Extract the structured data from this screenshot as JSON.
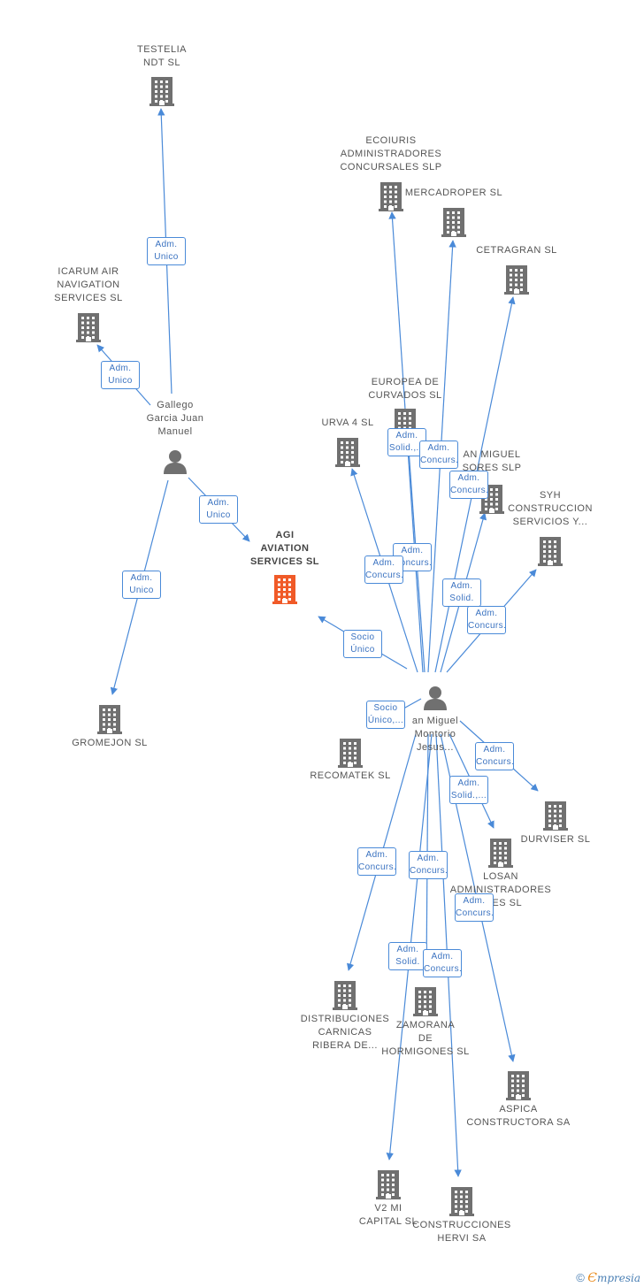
{
  "colors": {
    "edge": "#4a8ad8",
    "building": "#707070",
    "focus": "#f05a28",
    "person": "#707070"
  },
  "nodes": {
    "testelia": {
      "label": [
        "TESTELIA",
        "NDT SL"
      ],
      "icon": "building-icon"
    },
    "icarum": {
      "label": [
        "ICARUM AIR",
        "NAVIGATION",
        "SERVICES SL"
      ],
      "icon": "building-icon"
    },
    "gallego": {
      "label": [
        "Gallego",
        "Garcia Juan",
        "Manuel"
      ],
      "icon": "person-icon"
    },
    "agi": {
      "label": [
        "AGI",
        "AVIATION",
        "SERVICES SL"
      ],
      "icon": "building-icon"
    },
    "gromejon": {
      "label": [
        "GROMEJON SL"
      ],
      "icon": "building-icon"
    },
    "ecoiuris": {
      "label": [
        "ECOIURIS",
        "ADMINISTRADORES",
        "CONCURSALES SLP"
      ],
      "icon": "building-icon"
    },
    "mercadroper": {
      "label": [
        "MERCADROPER SL"
      ],
      "icon": "building-icon"
    },
    "cetragran": {
      "label": [
        "CETRAGRAN SL"
      ],
      "icon": "building-icon"
    },
    "europea": {
      "label": [
        "EUROPEA DE",
        "CURVADOS SL"
      ],
      "icon": "building-icon"
    },
    "urva": {
      "label": [
        "URVA 4 SL"
      ],
      "icon": "building-icon"
    },
    "sanmiguel_slp": {
      "label": [
        "AN MIGUEL",
        "SORES SLP"
      ],
      "icon": "building-icon"
    },
    "syh": {
      "label": [
        "SYH",
        "CONSTRUCCION",
        "SERVICIOS Y..."
      ],
      "icon": "building-icon"
    },
    "montorio": {
      "label": [
        "an Miguel",
        "Montorio",
        "Jesus..."
      ],
      "icon": "person-icon"
    },
    "recomatek": {
      "label": [
        "RECOMATEK SL"
      ],
      "icon": "building-icon"
    },
    "durviser": {
      "label": [
        "DURVISER SL"
      ],
      "icon": "building-icon"
    },
    "losan": {
      "label": [
        "LOSAN",
        "ADMINISTRADORES",
        "ALES SL"
      ],
      "icon": "building-icon"
    },
    "distribuciones": {
      "label": [
        "DISTRIBUCIONES",
        "CARNICAS",
        "RIBERA DE..."
      ],
      "icon": "building-icon"
    },
    "zamorana": {
      "label": [
        "ZAMORANA",
        "DE",
        "HORMIGONES SL"
      ],
      "icon": "building-icon"
    },
    "aspica": {
      "label": [
        "ASPICA",
        "CONSTRUCTORA SA"
      ],
      "icon": "building-icon"
    },
    "v2mi": {
      "label": [
        "V2 MI",
        "CAPITAL SL"
      ],
      "icon": "building-icon"
    },
    "hervi": {
      "label": [
        "CONSTRUCCIONES",
        "HERVI SA"
      ],
      "icon": "building-icon"
    }
  },
  "edge_labels": {
    "gallego_testelia": [
      "Adm.",
      "Unico"
    ],
    "gallego_icarum": [
      "Adm.",
      "Unico"
    ],
    "gallego_agi": [
      "Adm.",
      "Unico"
    ],
    "gallego_gromejon": [
      "Adm.",
      "Unico"
    ],
    "montorio_agi": [
      "Socio",
      "Único"
    ],
    "montorio_europea": [
      "Adm.",
      "Solid.,..."
    ],
    "montorio_mercadroper": [
      "Adm.",
      "Concurs."
    ],
    "montorio_sanmiguel": [
      "Adm.",
      "Concurs."
    ],
    "montorio_urva": [
      "Adm.",
      "Concurs."
    ],
    "montorio_ecoiuris": [
      "Adm.",
      "Concurs."
    ],
    "montorio_cetragran": [
      "Adm.",
      "Solid."
    ],
    "montorio_syh": [
      "Adm.",
      "Concurs."
    ],
    "montorio_recomatek": [
      "Socio",
      "Único,..."
    ],
    "montorio_durviser": [
      "Adm.",
      "Concurs."
    ],
    "montorio_losan": [
      "Adm.",
      "Solid.,..."
    ],
    "montorio_distribuciones": [
      "Adm.",
      "Concurs."
    ],
    "montorio_zamorana": [
      "Adm.",
      "Concurs."
    ],
    "montorio_aspica": [
      "Adm.",
      "Concurs."
    ],
    "montorio_v2mi": [
      "Adm.",
      "Solid."
    ],
    "montorio_hervi": [
      "Adm.",
      "Concurs."
    ]
  },
  "brand": {
    "copyright": "©",
    "e": "Є",
    "rest": "mpresia"
  }
}
